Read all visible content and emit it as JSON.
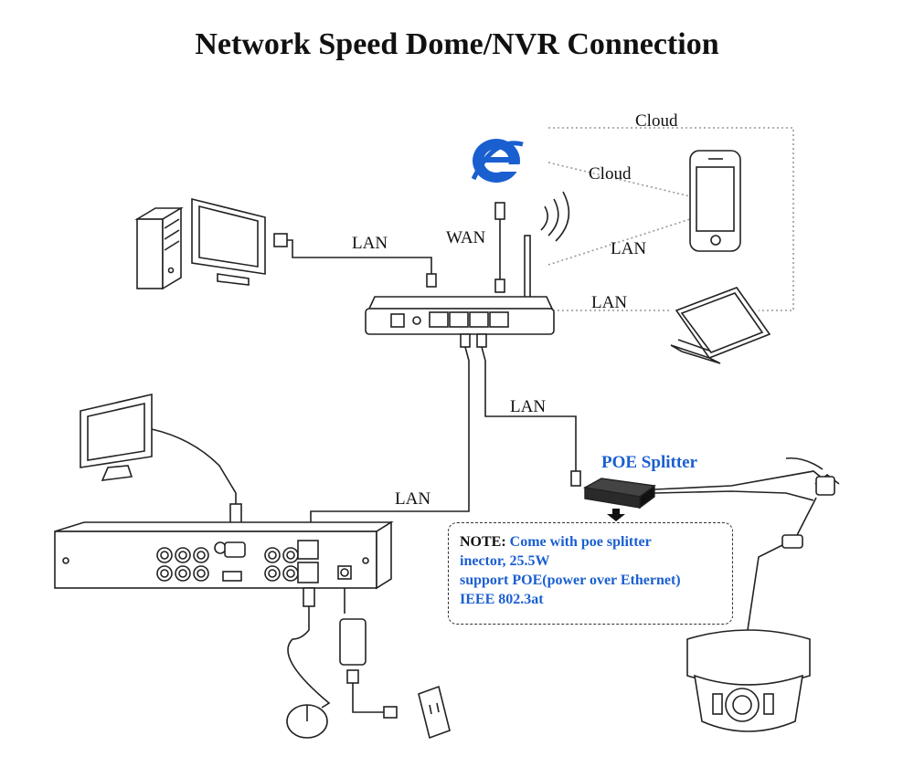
{
  "title": "Network Speed Dome/NVR Connection",
  "labels": {
    "cloud_top": "Cloud",
    "cloud_mid": "Cloud",
    "lan_pc": "LAN",
    "wan": "WAN",
    "lan_phone": "LAN",
    "lan_laptop": "LAN",
    "lan_poe": "LAN",
    "lan_nvr": "LAN",
    "poe_splitter": "POE Splitter"
  },
  "note": {
    "prefix": "NOTE:",
    "line1": "Come with poe splitter",
    "line2": "inector, 25.5W",
    "line3": "support POE(power over Ethernet)",
    "line4": "IEEE 802.3at"
  },
  "colors": {
    "accent": "#1a5fd0",
    "line": "#222222",
    "cloud_line": "#999999"
  }
}
